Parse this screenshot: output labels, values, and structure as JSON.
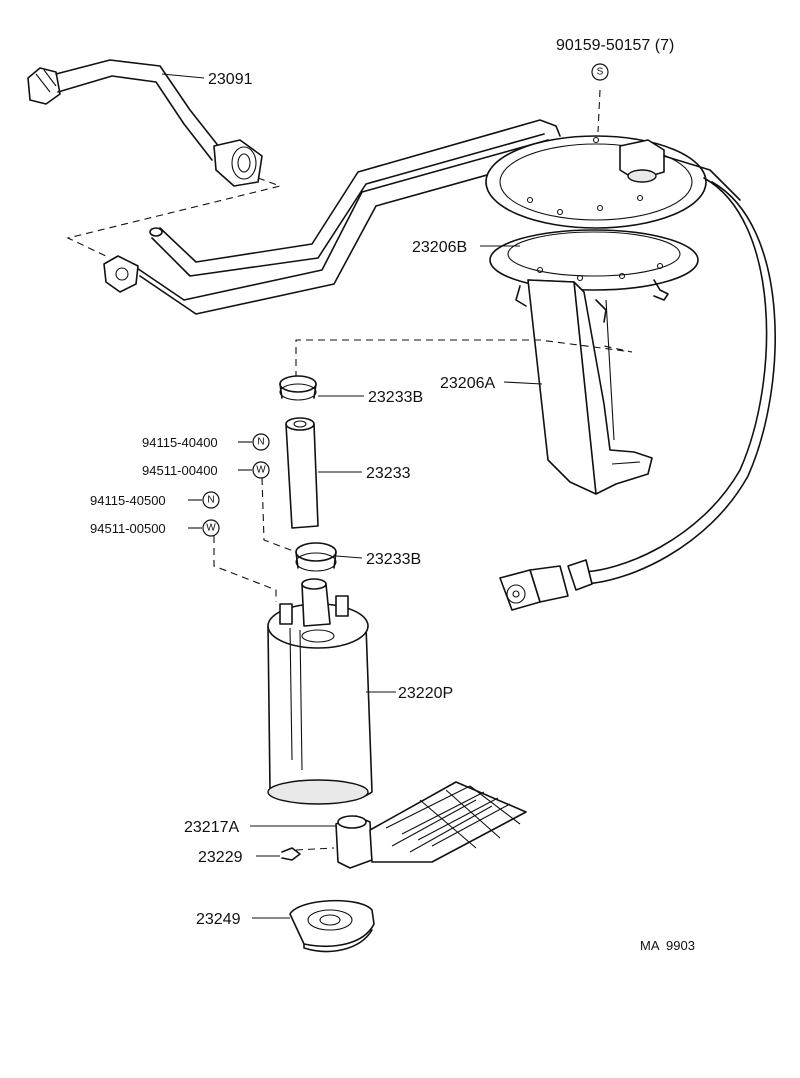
{
  "diagram": {
    "code": "MA  9903",
    "parts": {
      "p23091": "23091",
      "p90159": "90159-50157 (7)",
      "p23206B": "23206B",
      "p23206A": "23206A",
      "p23233B_top": "23233B",
      "p23233": "23233",
      "p23233B_bottom": "23233B",
      "p94115_404": "94115-40400",
      "p94511_004": "94511-00400",
      "p94115_405": "94115-40500",
      "p94511_005": "94511-00500",
      "p23220P": "23220P",
      "p23217A": "23217A",
      "p23229": "23229",
      "p23249": "23249"
    },
    "symbols": {
      "s": "S",
      "n": "N",
      "w": "W"
    }
  }
}
